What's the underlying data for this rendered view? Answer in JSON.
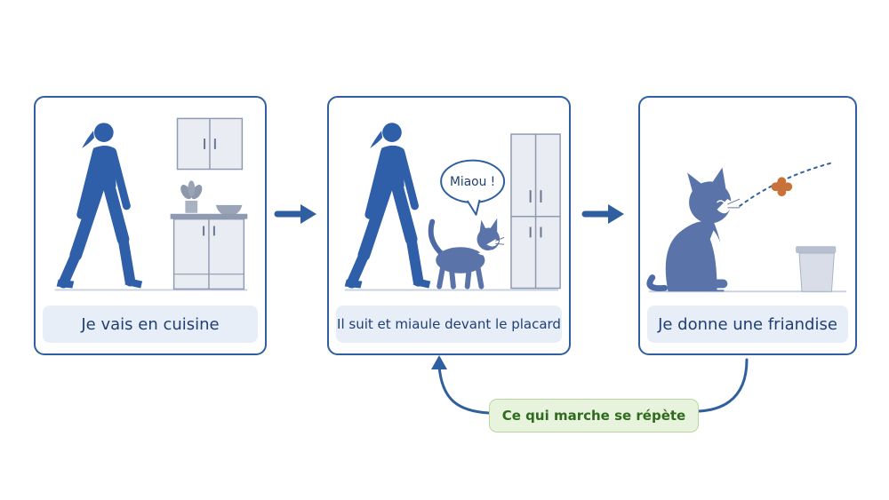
{
  "colors": {
    "panel_border": "#2f5f9e",
    "figure_blue": "#2f5fa8",
    "caption_bg": "#e7eef8",
    "caption_text": "#1f3f73",
    "loop_label_bg": "#e7f3dc",
    "loop_label_text": "#2f6b1e",
    "treat": "#c8723a"
  },
  "steps": [
    {
      "caption": "Je vais en cuisine",
      "icons": [
        "woman-walking-icon",
        "wall-cabinet-icon",
        "plant-icon",
        "bowl-icon",
        "counter-cabinet-icon"
      ]
    },
    {
      "caption": "Il suit et miaule devant le placard",
      "bubble": "Miaou !",
      "icons": [
        "woman-walking-icon",
        "cat-walking-icon",
        "tall-cupboard-icon",
        "speech-bubble-icon"
      ]
    },
    {
      "caption": "Je donne une friandise",
      "icons": [
        "cat-sitting-icon",
        "treat-icon",
        "trash-bin-icon"
      ]
    }
  ],
  "loop": {
    "label": "Ce qui marche se répète"
  }
}
